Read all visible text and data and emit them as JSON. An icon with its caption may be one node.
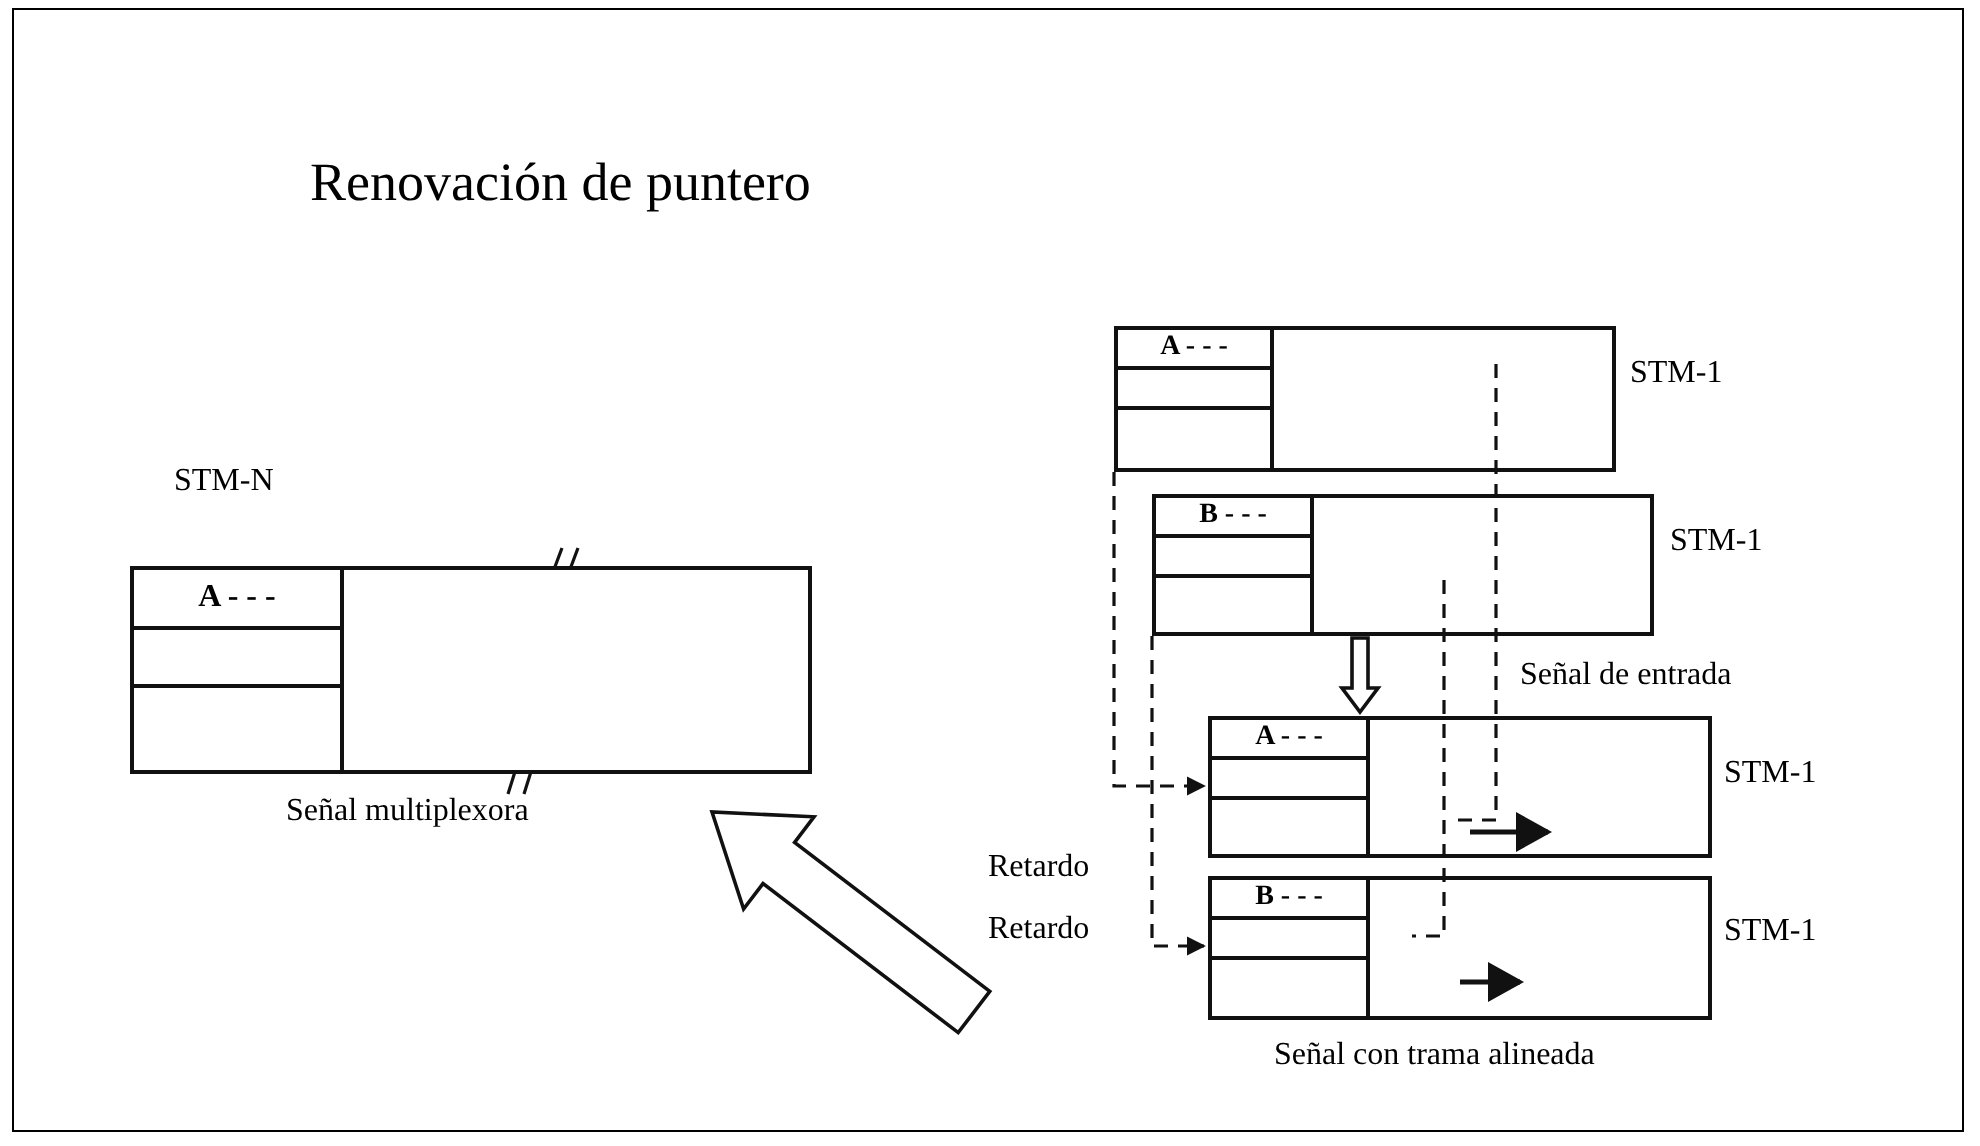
{
  "diagram": {
    "title": "Renovación de puntero",
    "nodes": [
      {
        "text": [
          "A - - -"
        ],
        "beside": [
          "STM-N",
          "Señal multiplexora"
        ]
      },
      {
        "text": [
          "A - - -"
        ],
        "beside": [
          "STM-1"
        ]
      },
      {
        "text": [
          "B - - -"
        ],
        "beside": [
          "STM-1"
        ]
      },
      {
        "text": [
          "A - - -"
        ],
        "beside": [
          "STM-1"
        ]
      },
      {
        "text": [
          "B - - -"
        ],
        "beside": [
          "STM-1"
        ]
      }
    ],
    "edges": [
      {
        "from": 1,
        "to": 3,
        "arrow": "to",
        "style": "dashed",
        "label": "Retardo"
      },
      {
        "from": 2,
        "to": 4,
        "arrow": "to",
        "style": "dashed",
        "label": "Retardo"
      },
      {
        "from": 2,
        "to": 3,
        "arrow": "to",
        "style": "thick"
      },
      {
        "from": null,
        "to": 0,
        "arrow": "to",
        "style": "thick"
      }
    ],
    "labels": [
      "Señal de entrada",
      "Señal con trama alineada"
    ]
  }
}
